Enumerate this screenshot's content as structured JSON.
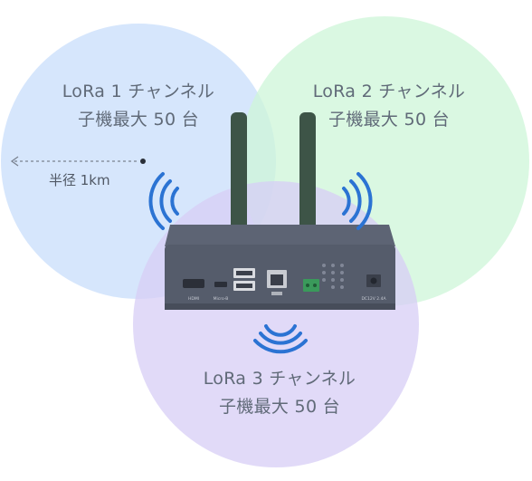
{
  "zones": [
    {
      "line1": "LoRa 1 チャンネル",
      "line2": "子機最大 50 台",
      "color": "#cfe2fb"
    },
    {
      "line1": "LoRa 2 チャンネル",
      "line2": "子機最大 50 台",
      "color": "#cdf5d8"
    },
    {
      "line1": "LoRa 3 チャンネル",
      "line2": "子機最大 50 台",
      "color": "#d7cdf5"
    }
  ],
  "radius": {
    "label": "半径 1km"
  },
  "device": {
    "ports": [
      "HDMI",
      "Micro-B",
      "DC12V 2.4A"
    ],
    "body_color": "#565d6c",
    "antenna_color": "#3d5447"
  },
  "signal_color": "#2b73d3"
}
